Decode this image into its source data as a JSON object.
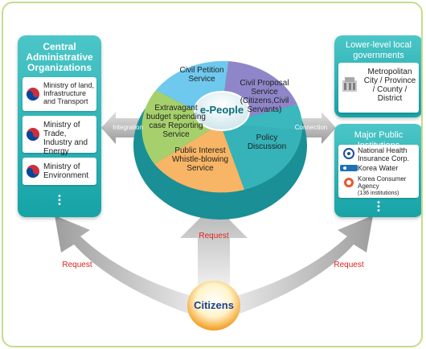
{
  "left_panel": {
    "title": "Central Administrative Organizations",
    "items": [
      {
        "label": "Ministry of land, Infrastructure and Transport",
        "icon": "korea-emblem-icon"
      },
      {
        "label": "Ministry of Trade, Industry and Energy",
        "icon": "korea-emblem-icon"
      },
      {
        "label": "Ministry of Environment",
        "icon": "korea-emblem-icon"
      }
    ]
  },
  "right_top_panel": {
    "title": "Lower-level local governments",
    "item": "Metropolitan City / Province / County / District",
    "icon": "government-building-icon"
  },
  "right_bottom_panel": {
    "title": "Major Public Institutions",
    "items": [
      {
        "label": "National Health Insurance Corp.",
        "icon": "nhis-logo-icon"
      },
      {
        "label": "Korea Water",
        "icon": "kwater-logo-icon"
      },
      {
        "label": "Korea Consumer Agency",
        "sub": "(136 institutions)",
        "icon": "kca-logo-icon"
      }
    ]
  },
  "center": {
    "hub": "e-People",
    "segments": {
      "civil_petition": "Civil Petition Service",
      "civil_proposal": "Civil Proposal Service",
      "civil_proposal_sub": "(Citizens,Civil Servants)",
      "extravagant": "Extravagant budget spending case Reporting Service",
      "policy": "Policy Discussion",
      "whistle": "Public Interest Whistle-blowing Service"
    }
  },
  "connectors": {
    "left": "Integration",
    "right": "Connection"
  },
  "citizens": "Citizens",
  "requests": {
    "up": "Request",
    "left": "Request",
    "right": "Request"
  },
  "colors": {
    "teal_panel": "#1aa6a8",
    "request_red": "#d9231f",
    "citizens_orange": "#f39a1c",
    "frame_green": "#c5dc8a"
  }
}
